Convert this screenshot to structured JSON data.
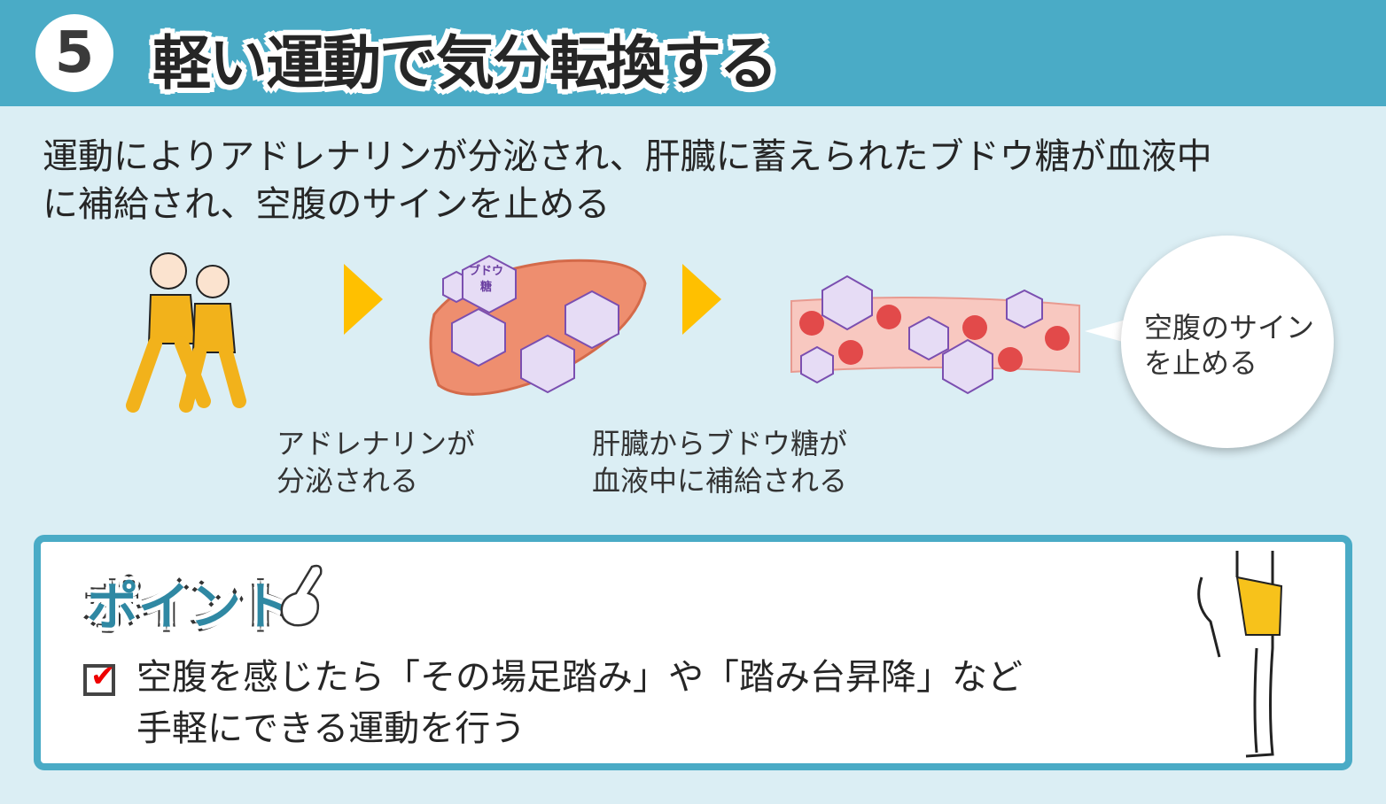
{
  "header": {
    "number": "5",
    "title": "軽い運動で気分転換する"
  },
  "intro": {
    "line1": "運動によりアドレナリンが分泌され、肝臓に蓄えられたブドウ糖が血液中",
    "line2": "に補給され、空腹のサインを止める"
  },
  "hexagon_label": {
    "top": "ブドウ",
    "bottom": "糖"
  },
  "captions": {
    "step1": {
      "line1": "アドレナリンが",
      "line2": "分泌される"
    },
    "step2": {
      "line1": "肝臓からブドウ糖が",
      "line2": "血液中に補給される"
    }
  },
  "bubble": {
    "line1": "空腹のサイン",
    "line2": "を止める"
  },
  "point": {
    "title": "ポイント",
    "check_mark": "✔",
    "line1": "空腹を感じたら「その場足踏み」や「踏み台昇降」など",
    "line2": "手軽にできる運動を行う"
  },
  "colors": {
    "header": "#4aabc6",
    "background": "#dbeef4",
    "arrow": "#ffc000",
    "point_title": "#2f88a3"
  }
}
